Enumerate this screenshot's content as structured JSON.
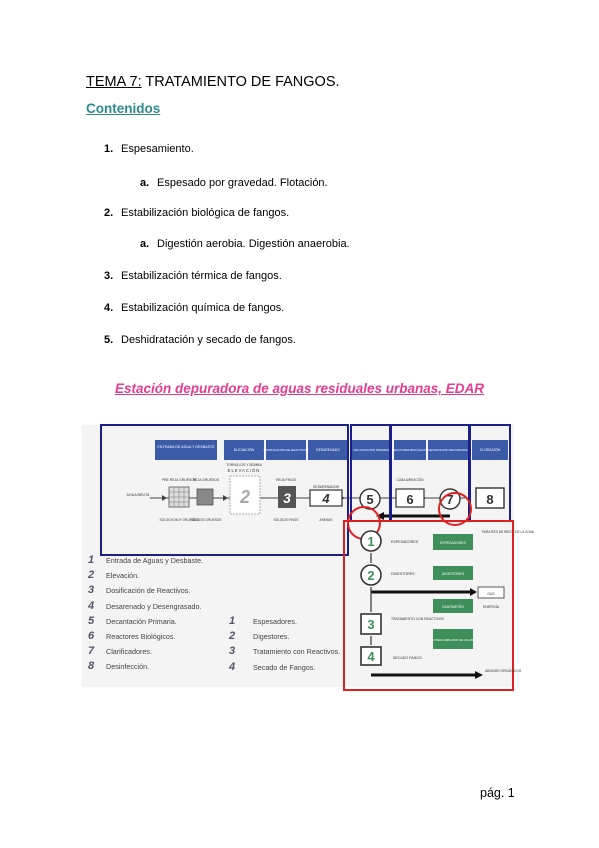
{
  "header": {
    "tema_label": "TEMA 7:",
    "tema_title": " TRATAMIENTO DE FANGOS."
  },
  "contents": {
    "heading": "Contenidos",
    "items": [
      {
        "num": "1.",
        "text": "Espesamiento."
      },
      {
        "num": "a.",
        "text": "Espesado por gravedad. Flotación."
      },
      {
        "num": "2.",
        "text": "Estabilización biológica de fangos."
      },
      {
        "num": "a.",
        "text": "Digestión aerobia. Digestión anaerobia."
      },
      {
        "num": "3.",
        "text": "Estabilización térmica de fangos."
      },
      {
        "num": "4.",
        "text": "Estabilización química de fangos."
      },
      {
        "num": "5.",
        "text": "Deshidratación y secado de fangos."
      }
    ]
  },
  "figure": {
    "title": "Estación depuradora de aguas residuales urbanas, EDAR",
    "stage_headers": [
      "ENTRADA DE AGUA Y DESBASTE",
      "ELEVACIÓN",
      "DOSIFICACIÓN DE REACTIVOS",
      "DESARENADO",
      "DECANTACIÓN PRIMARIA",
      "REACTORES BIOLÓGICOS",
      "DECANTACIÓN SECUNDARIA",
      "CLORACIÓN"
    ],
    "flow_labels": {
      "agua_bruta": "AGUA BRUTA",
      "pre_reja": "PRE REJA GRUESOS",
      "reja_gruesos": "REJA GRUESOS",
      "tornillos": "TORNILLOS Y BOMBA",
      "elevacion": "ELEVACIÓN",
      "reja_finos": "REJA FINOS",
      "desarenador": "DESARENADOR",
      "cuba": "CUBA AIREACIÓN",
      "solidos_muy_gruesos": "SÓLIDOS MUY GRUESOS",
      "solidos_gruesos": "SÓLIDOS GRUESOS",
      "solidos_finos": "SÓLIDOS FINOS",
      "arenas": "ARENAS",
      "para_red": "PARA RED DE RIEGO DE LA ZONA"
    },
    "numbers": [
      "1",
      "2",
      "3",
      "4",
      "5",
      "6",
      "7",
      "8"
    ],
    "legend_water": [
      {
        "num": "1",
        "text": "Entrada de Aguas y Desbaste."
      },
      {
        "num": "2",
        "text": "Elevación."
      },
      {
        "num": "3",
        "text": "Dosificación de Reactivos."
      },
      {
        "num": "4",
        "text": "Desarenado y Desengrasado."
      },
      {
        "num": "5",
        "text": "Decantación Primaria."
      },
      {
        "num": "6",
        "text": "Reactores Biológicos."
      },
      {
        "num": "7",
        "text": "Clarificadores."
      },
      {
        "num": "8",
        "text": "Desinfección."
      }
    ],
    "legend_sludge": [
      {
        "num": "1",
        "text": "Espesadores."
      },
      {
        "num": "2",
        "text": "Digestores."
      },
      {
        "num": "3",
        "text": "Tratamiento con Reactivos."
      },
      {
        "num": "4",
        "text": "Secado de Fangos."
      }
    ],
    "sludge_steps": [
      {
        "num": "1",
        "label": "ESPESADORES",
        "box": "ESPESADORES"
      },
      {
        "num": "2",
        "label": "DIGESTORES",
        "box": "DIGESTORES"
      },
      {
        "num": "3",
        "label": "TRATAMIENTO CON REACTIVOS",
        "box": "INTERCAMBIADOR DE CALOR"
      },
      {
        "num": "4",
        "label": "SECADO FANGO",
        "box": ""
      }
    ],
    "gas_label": "GAS",
    "energia_label": "ENERGÍA",
    "gasometro_label": "GASÓMETRO",
    "abonos_label": "ABONOS ORGÁNICOS",
    "colors": {
      "header_blue": "#3b5ba9",
      "frame_blue": "#1a1f8c",
      "frame_red": "#e02020",
      "green_box": "#3f8f5a"
    }
  },
  "footer": {
    "page_number": "pág. 1"
  }
}
